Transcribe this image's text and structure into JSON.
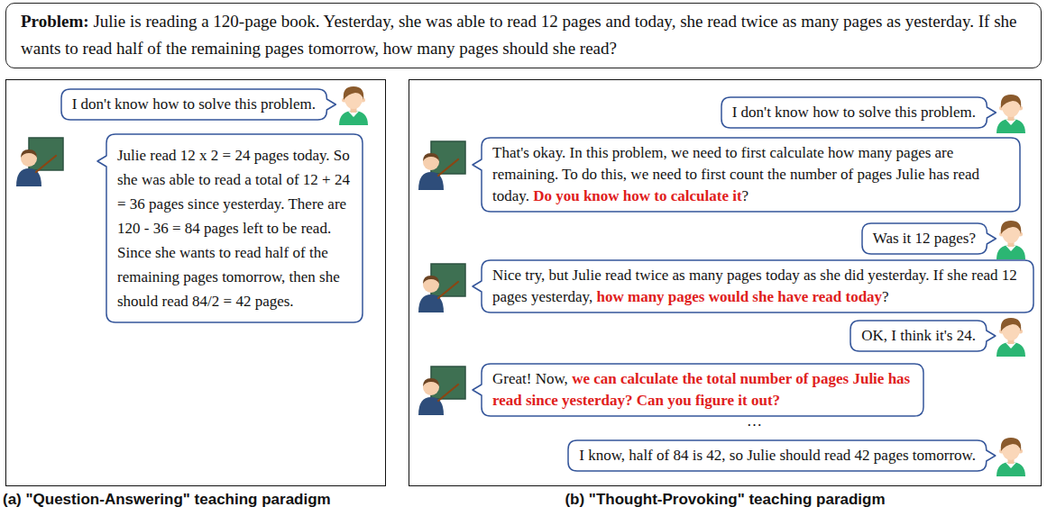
{
  "diagram": {
    "nodes": [
      {
        "text": [
          "Problem:",
          "Julie is reading a 120-page book. Yesterday, she was able to read 12 pages and today, she read twice as many pages as yesterday. If she wants to read half of the remaining pages tomorrow, how many pages should she read?"
        ]
      },
      {
        "text": [
          "(a) \"Question-Answering\" teaching paradigm"
        ]
      },
      {
        "text": [
          "I don't know how to solve this problem."
        ],
        "in": 1
      },
      {
        "text": [
          "Julie read 12 x 2 = 24 pages today. So she was able to read a total of 12 + 24 = 36 pages since yesterday. There are 120 - 36 = 84 pages left to be read. Since she wants to read half of the remaining pages tomorrow, then she should read 84/2 = 42 pages."
        ],
        "in": 1
      },
      {
        "text": [
          "(b) \"Thought-Provoking\" teaching paradigm"
        ]
      },
      {
        "text": [
          "I don't know how to solve this problem."
        ],
        "in": 4
      },
      {
        "text": [
          "That's okay. In this problem, we need to first calculate how many pages are remaining. To do this, we need to first count the number of pages Julie has read today.",
          "Do you know how to calculate it",
          "?"
        ],
        "in": 4
      },
      {
        "text": [
          "Was it 12 pages?"
        ],
        "in": 4
      },
      {
        "text": [
          "Nice try, but Julie read twice as many pages today as she did yesterday. If she read 12 pages yesterday,",
          "how many pages would she have read today",
          "?"
        ],
        "in": 4
      },
      {
        "text": [
          "OK, I think it's 24."
        ],
        "in": 4
      },
      {
        "text": [
          "Great! Now,",
          "we can calculate the total number of pages Julie has read since yesterday? Can you figure it out?"
        ],
        "in": 4
      },
      {
        "text": [
          "I know, half of 84 is 42, so Julie should read 42 pages tomorrow."
        ],
        "in": 4
      }
    ],
    "labels": [
      "…"
    ]
  }
}
